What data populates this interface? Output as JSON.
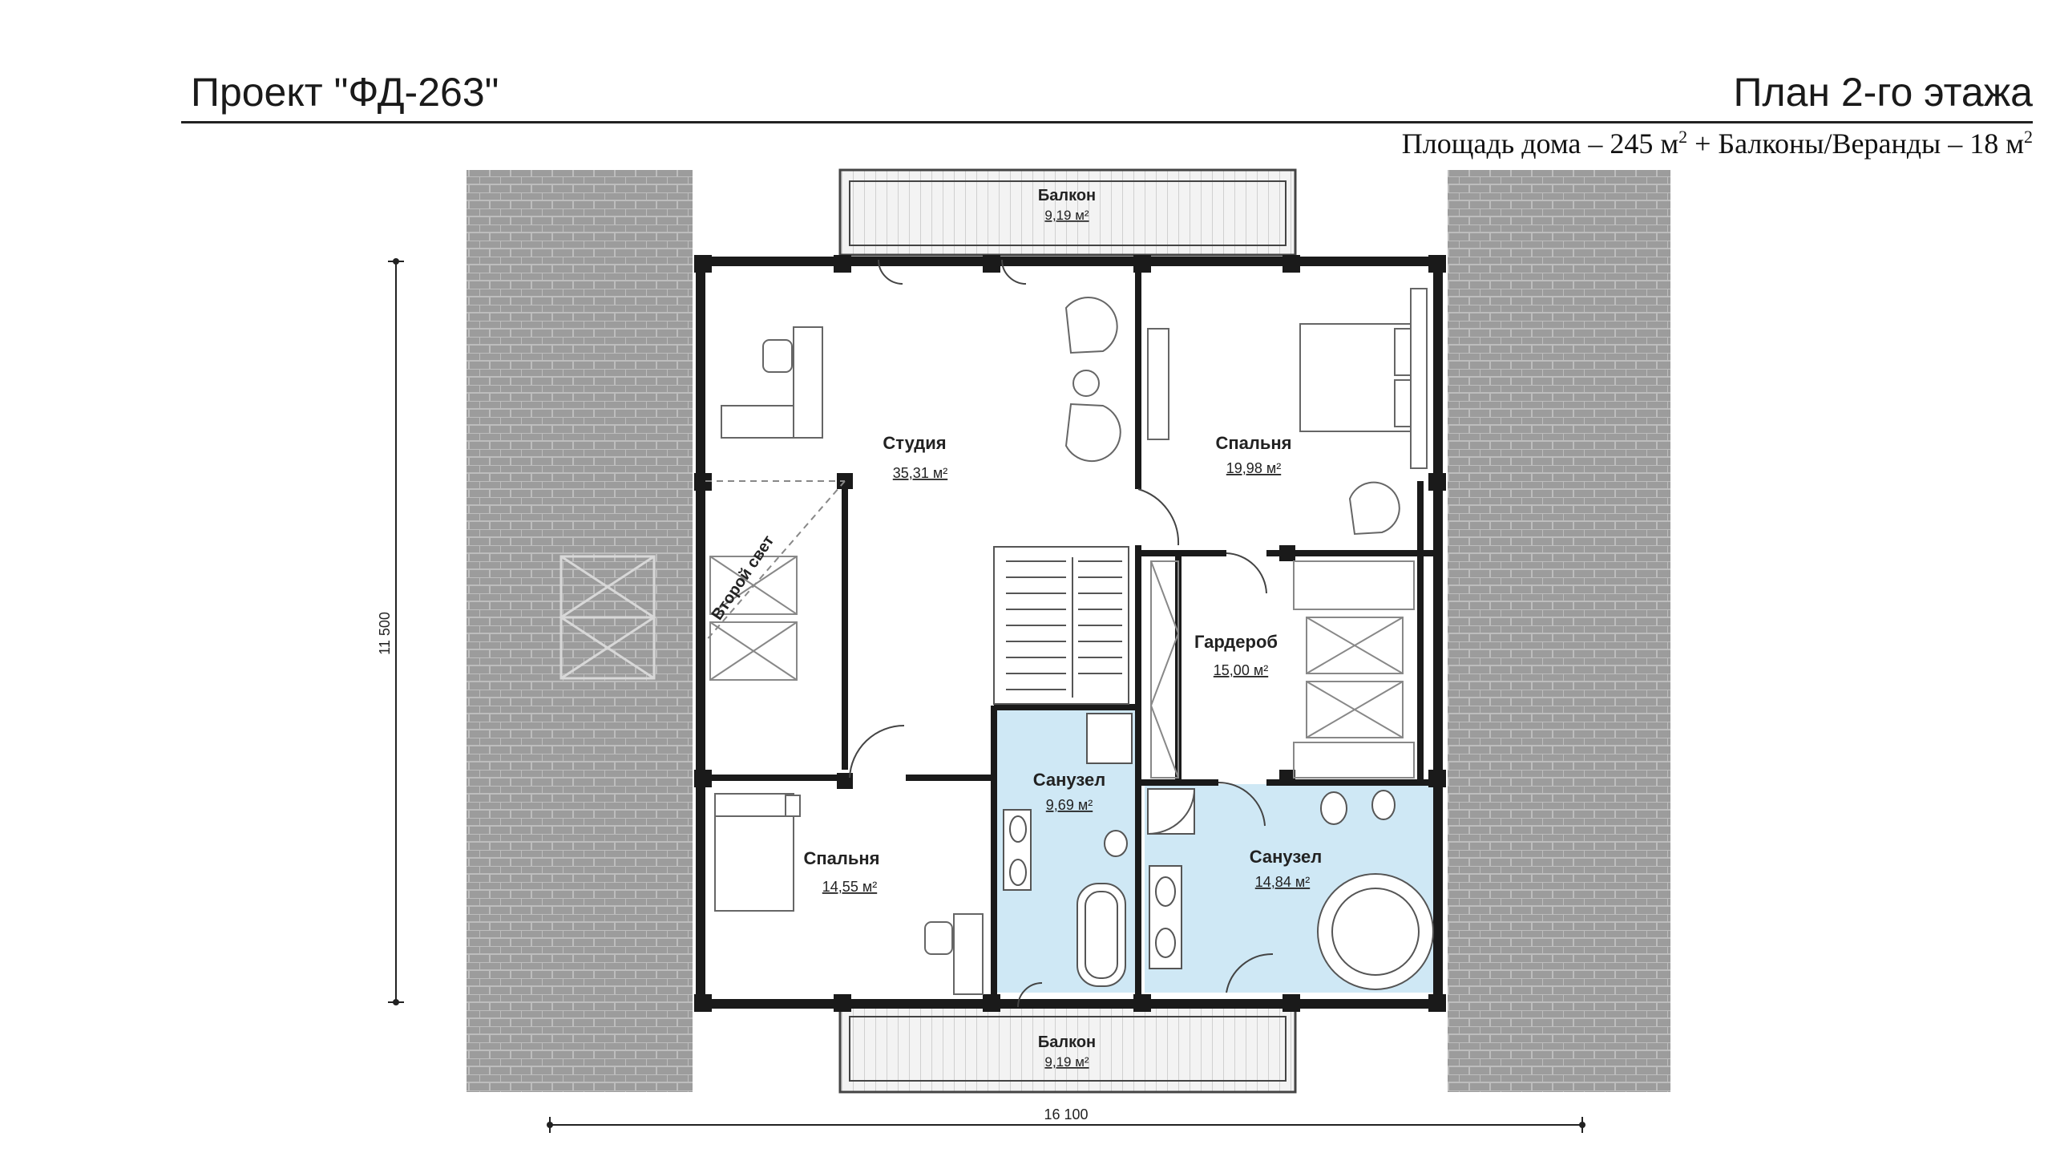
{
  "header": {
    "title_left": "Проект \"ФД-263\"",
    "title_right": "План 2-го этажа",
    "area_prefix": "Площадь дома – 245 м",
    "area_mid": " + Балконы/Веранды – 18 м",
    "sup": "2"
  },
  "rooms": {
    "balcony_top": {
      "name": "Балкон",
      "area": "9,19 м²"
    },
    "studio": {
      "name": "Студия",
      "area": "35,31 м²"
    },
    "bedroom_ne": {
      "name": "Спальня",
      "area": "19,98 м²"
    },
    "wardrobe": {
      "name": "Гардероб",
      "area": "15,00 м²"
    },
    "bath_small": {
      "name": "Санузел",
      "area": "9,69 м²"
    },
    "bath_large": {
      "name": "Санузел",
      "area": "14,84 м²"
    },
    "bedroom_sw": {
      "name": "Спальня",
      "area": "14,55 м²"
    },
    "balcony_bottom": {
      "name": "Балкон",
      "area": "9,19 м²"
    },
    "second_light": "Второй свет"
  },
  "dimensions": {
    "height": "11 500",
    "width": "16 100"
  },
  "colors": {
    "wall": "#1a1a1a",
    "roof": "#9a9a9a",
    "bath_fill": "#cfe8f5",
    "balcony": "#f2f2f2"
  }
}
